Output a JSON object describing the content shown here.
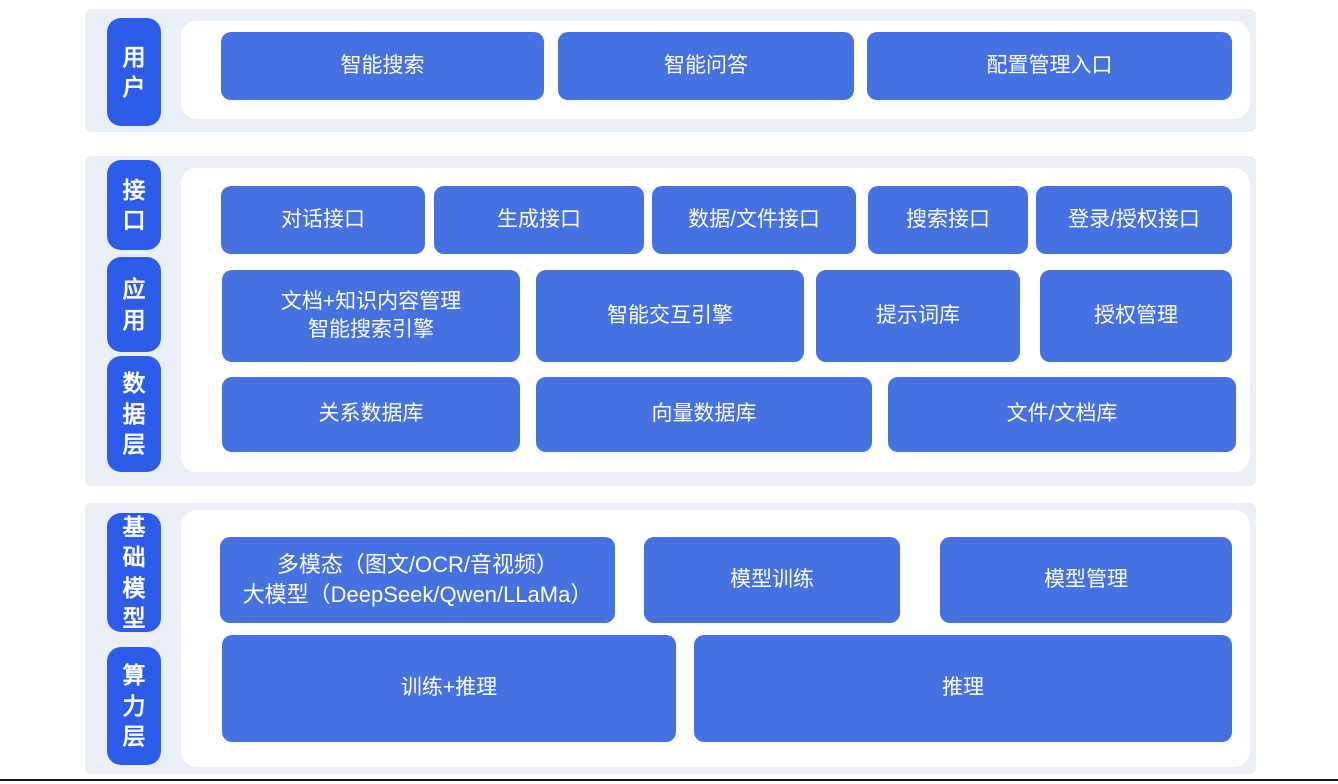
{
  "colors": {
    "tab_blue": "#2d5cea",
    "box_blue": "#4571e1",
    "band_light_blue": "#e9eef7",
    "panel_white": "#ffffff",
    "text_white": "#ffffff",
    "bottom_line": "#15181d"
  },
  "tabs": {
    "user": "用户",
    "interface": "接口",
    "application": "应用",
    "data_layer": "数据层",
    "foundation_model": "基础模型",
    "compute_layer": "算力层"
  },
  "boxes": {
    "user_row": [
      "智能搜索",
      "智能问答",
      "配置管理入口"
    ],
    "interface_row": [
      "对话接口",
      "生成接口",
      "数据/文件接口",
      "搜索接口",
      "登录/授权接口"
    ],
    "application_row": [
      "文档+知识内容管理\n智能搜索引擎",
      "智能交互引擎",
      "提示词库",
      "授权管理"
    ],
    "data_row": [
      "关系数据库",
      "向量数据库",
      "文件/文档库"
    ],
    "foundation_row": [
      "多模态（图文/OCR/音视频）\n大模型（DeepSeek/Qwen/LLaMa）",
      "模型训练",
      "模型管理"
    ],
    "compute_row": [
      "训练+推理",
      "推理"
    ]
  }
}
